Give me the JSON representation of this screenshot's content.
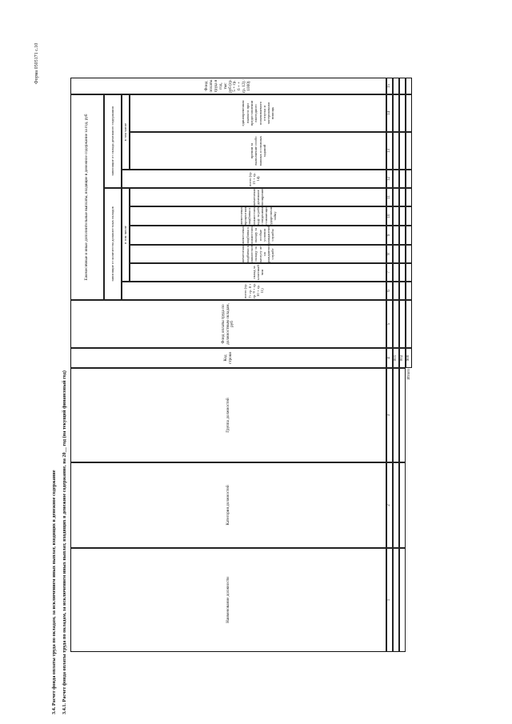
{
  "form_number": "Форма 0505171 с.10",
  "heading_1": "3.4. Расчет фонда оплаты труда по окладам, за исключением иных выплат, входящих в денежное содержание",
  "heading_2": "3.4.1. Расчет фонда оплаты труда по окладам, за исключением иных выплат, входящих в денежное содержание, на 20__ год (на текущий финансовый год)",
  "columns": {
    "c1": "Наименование должности",
    "c2": "Категория должностей",
    "c3": "Группа должностей",
    "c4": "Код строки",
    "c5": "Фонд оплаты труда по должностным окладам, руб",
    "c6_15_group": "Ежемесячные и иные дополнительные выплаты, входящие в денежное содержание за год, руб",
    "c6_11_group": "зависящие от количества должностных окладов",
    "c6": "всего (гр. 7+ гр. 8 + гр. 9 + гр. 10 + гр. 11)",
    "c7_11_group": "в том числе",
    "c7": "оклад за классный чин",
    "c8": "ежемесячная надбавка к должностному окладу за выслугу лет на гражданской службе",
    "c9": "ежемесячная надбавка к должностному окладу за особые условия гражданской службы",
    "c10": "ежемесячная процентная надбавка к должностному окладу за работу со сведениями, составляющими государственную тайну",
    "c11": "ежемесячное денежное поощрение",
    "c12_14_group": "зависящие от оклада денежного содержания",
    "c12": "всего (гр. 13 + гр. 14)",
    "c13_14_group": "в том числе",
    "c13": "премии за выполнение особо важных и сложных заданий",
    "c14": "единовременная выплата при предоставлении ежегодного оплачиваемого отпуска и материальная помощь",
    "c15": "Фонд оплаты труда в год, тыс руб (гр. 5 + гр. 6 + + гр. 12) / 1000)"
  },
  "col_numbers": [
    "1",
    "2",
    "3",
    "4",
    "5",
    "6",
    "7",
    "8",
    "9",
    "10",
    "11",
    "12",
    "13",
    "14",
    "15"
  ],
  "row_codes": [
    "001",
    "002"
  ],
  "total_label": "Итого",
  "total_code": "900"
}
